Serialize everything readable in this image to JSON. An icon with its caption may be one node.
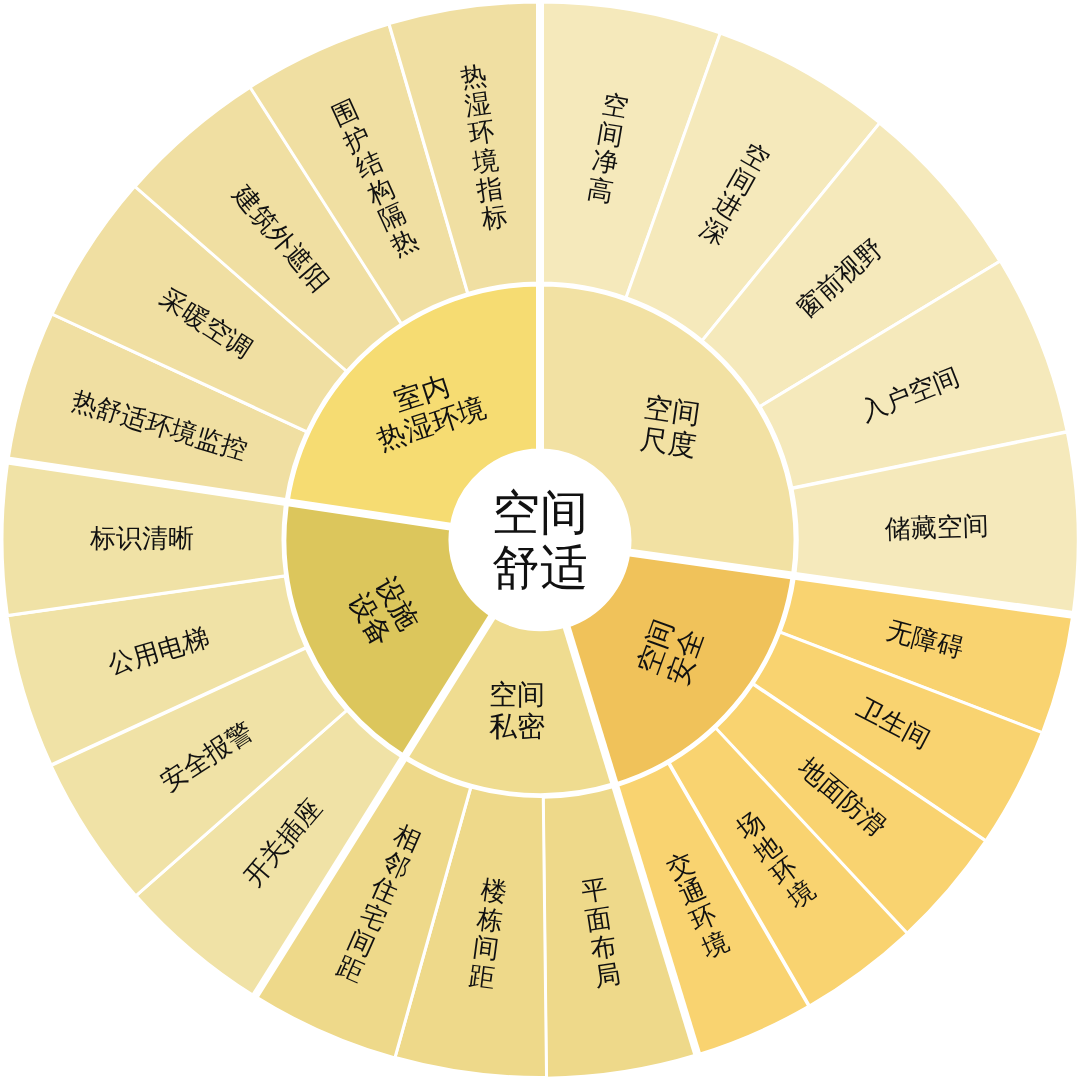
{
  "diagram": {
    "nodes": [
      {
        "text": [
          "空间舒适"
        ]
      },
      {
        "text": [
          "空间尺度"
        ]
      },
      {
        "text": [
          "空间净高"
        ]
      },
      {
        "text": [
          "空间进深"
        ]
      },
      {
        "text": [
          "窗前视野"
        ]
      },
      {
        "text": [
          "入户空间"
        ]
      },
      {
        "text": [
          "储藏空间"
        ]
      },
      {
        "text": [
          "空间安全"
        ]
      },
      {
        "text": [
          "无障碍"
        ]
      },
      {
        "text": [
          "卫生间"
        ]
      },
      {
        "text": [
          "地面防滑"
        ]
      },
      {
        "text": [
          "场地环境"
        ]
      },
      {
        "text": [
          "交通环境"
        ]
      },
      {
        "text": [
          "空间私密"
        ]
      },
      {
        "text": [
          "平面布局"
        ]
      },
      {
        "text": [
          "楼栋间距"
        ]
      },
      {
        "text": [
          "相邻住宅间距"
        ]
      },
      {
        "text": [
          "设施设备"
        ]
      },
      {
        "text": [
          "开关插座"
        ]
      },
      {
        "text": [
          "安全报警"
        ]
      },
      {
        "text": [
          "公用电梯"
        ]
      },
      {
        "text": [
          "标识清晰"
        ]
      },
      {
        "text": [
          "室内热湿环境"
        ]
      },
      {
        "text": [
          "热舒适环境监控"
        ]
      },
      {
        "text": [
          "采暖空调"
        ]
      },
      {
        "text": [
          "建筑外遮阳"
        ]
      },
      {
        "text": [
          "围护结构隔热"
        ]
      },
      {
        "text": [
          "热湿环境指标"
        ]
      }
    ]
  }
}
